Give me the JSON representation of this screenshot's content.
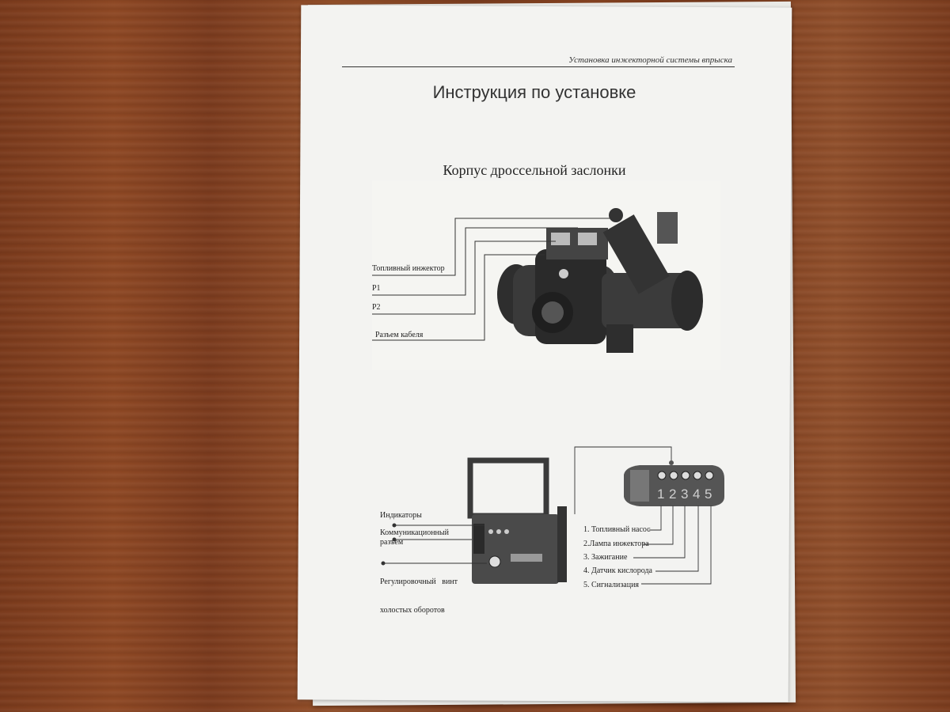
{
  "document": {
    "header": "Установка инжекторной системы впрыска",
    "title": "Инструкция по установке",
    "subtitle": "Корпус дроссельной заслонки"
  },
  "throttle_labels": {
    "injector": "Топливный инжектор",
    "p1": "P1",
    "p2": "P2",
    "cable": "Разъем кабеля"
  },
  "controller_labels": {
    "indicators": "Индикаторы",
    "comm_line1": "Коммуникационный",
    "comm_line2": "разъем",
    "idle_line1": "Регулировочный   винт",
    "idle_line2": "холостых оборотов"
  },
  "connector_pins": [
    "1",
    "2",
    "3",
    "4",
    "5"
  ],
  "pin_labels": [
    "1. Топливный насос",
    "2.Лампа инжектора",
    "3. Зажигание",
    "4. Датчик кислорода",
    "5. Сигнализация"
  ]
}
